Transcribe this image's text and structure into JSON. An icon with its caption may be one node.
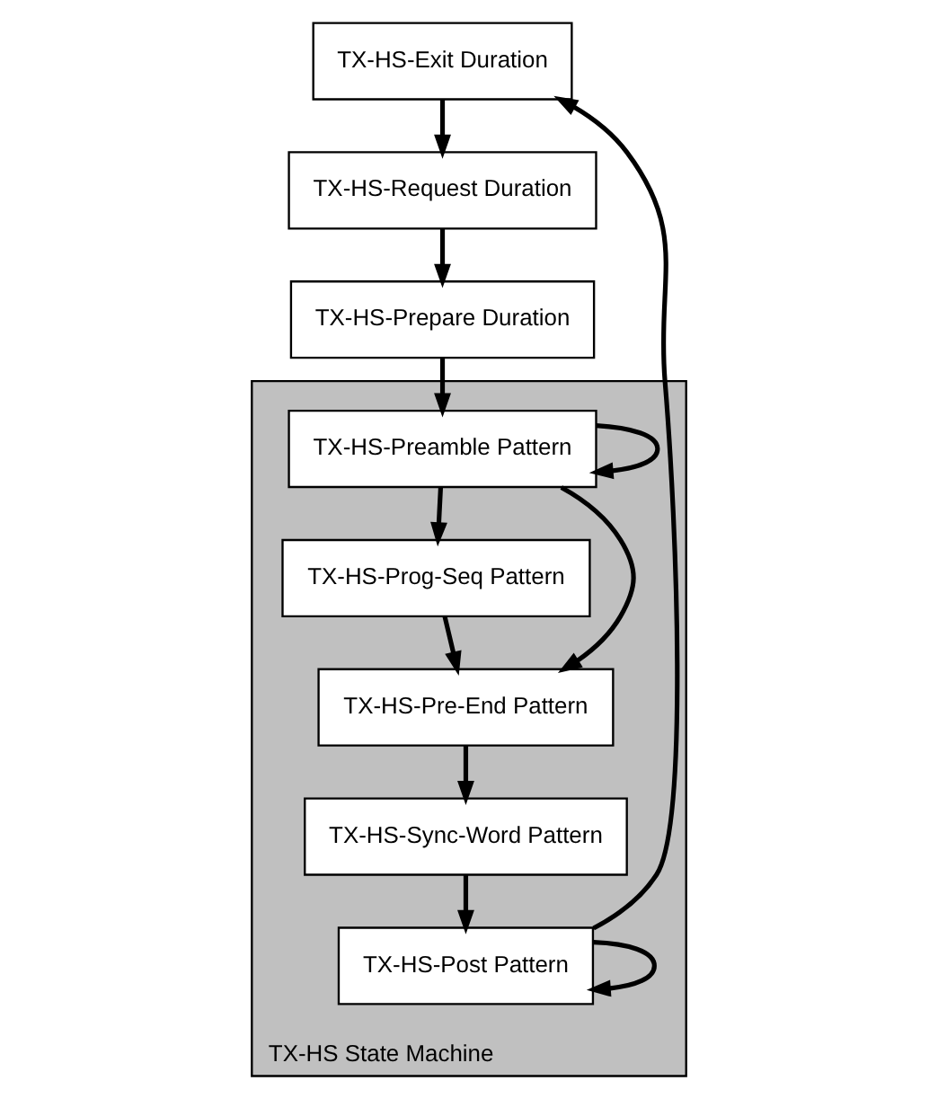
{
  "diagram": {
    "nodes": [
      {
        "text": [
          "TX-HS-Exit Duration"
        ]
      },
      {
        "text": [
          "TX-HS-Request Duration"
        ]
      },
      {
        "text": [
          "TX-HS-Prepare Duration"
        ]
      },
      {
        "text": [
          "TX-HS State Machine"
        ]
      },
      {
        "text": [
          "TX-HS-Preamble Pattern"
        ],
        "in": 3
      },
      {
        "text": [
          "TX-HS-Prog-Seq Pattern"
        ],
        "in": 3
      },
      {
        "text": [
          "TX-HS-Pre-End Pattern"
        ],
        "in": 3
      },
      {
        "text": [
          "TX-HS-Sync-Word Pattern"
        ],
        "in": 3
      },
      {
        "text": [
          "TX-HS-Post Pattern"
        ],
        "in": 3
      }
    ],
    "edges": [
      {
        "from": 0,
        "to": 1,
        "arrow": "to"
      },
      {
        "from": 1,
        "to": 2,
        "arrow": "to"
      },
      {
        "from": 2,
        "to": 4,
        "arrow": "to"
      },
      {
        "from": 4,
        "to": 4,
        "arrow": "to"
      },
      {
        "from": 4,
        "to": 5,
        "arrow": "to"
      },
      {
        "from": 4,
        "to": 6,
        "arrow": "to"
      },
      {
        "from": 5,
        "to": 6,
        "arrow": "to"
      },
      {
        "from": 6,
        "to": 7,
        "arrow": "to"
      },
      {
        "from": 7,
        "to": 8,
        "arrow": "to"
      },
      {
        "from": 8,
        "to": 8,
        "arrow": "to"
      },
      {
        "from": 8,
        "to": 0,
        "arrow": "to"
      }
    ]
  }
}
